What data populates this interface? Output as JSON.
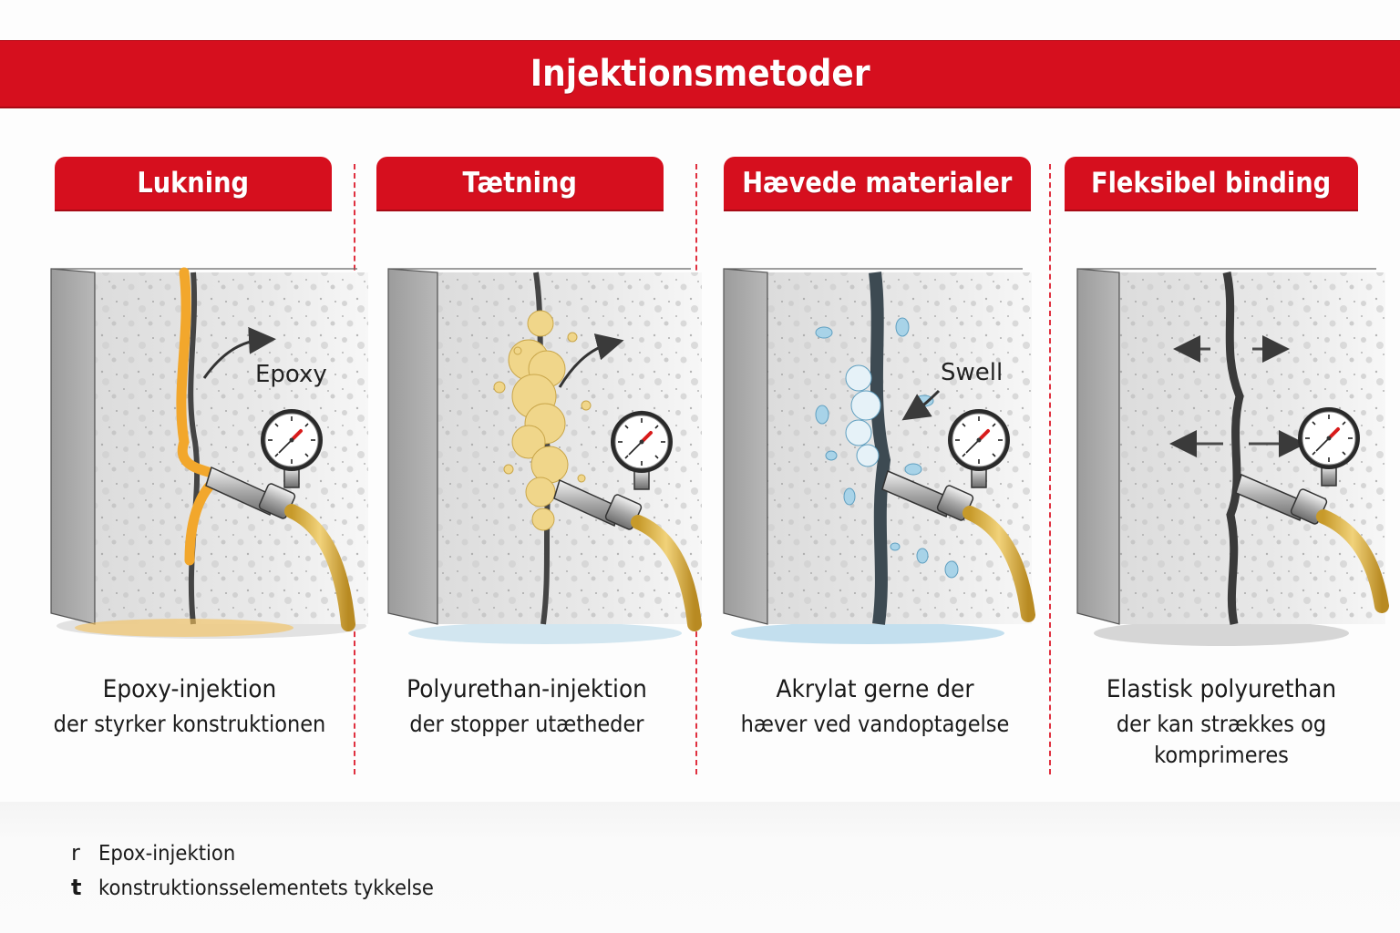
{
  "header": {
    "title": "Injektionsmetoder",
    "accent_color": "#d60f1e"
  },
  "panels": [
    {
      "tab_label": "Lukning",
      "annotation": "Epoxy",
      "material": "epoxy",
      "material_color": "#f2a72c",
      "caption_line1": "Epoxy-injektion",
      "caption_line2": "der styrker konstruktionen",
      "icons": [
        "concrete-block",
        "crack",
        "pressure-gauge",
        "injection-nozzle",
        "hose",
        "arrow"
      ]
    },
    {
      "tab_label": "Tætning",
      "annotation": "",
      "material": "polyurethane-foam",
      "material_color": "#f0d68a",
      "caption_line1": "Polyurethan-injektion",
      "caption_line2": "der stopper utætheder",
      "icons": [
        "concrete-block",
        "crack",
        "foam-bubbles",
        "pressure-gauge",
        "injection-nozzle",
        "hose",
        "arrow",
        "water-puddle"
      ]
    },
    {
      "tab_label": "Hævede materialer",
      "annotation": "Swell",
      "material": "acrylate",
      "material_color": "#8ec6e0",
      "caption_line1": "Akrylat gerne der",
      "caption_line2": "hæver ved vandoptagelse",
      "icons": [
        "concrete-block",
        "crack",
        "water-droplets",
        "pressure-gauge",
        "injection-nozzle",
        "hose",
        "arrow",
        "water-puddle"
      ]
    },
    {
      "tab_label": "Fleksibel binding",
      "annotation": "",
      "material": "elastic-polyurethane",
      "material_color": "#555555",
      "caption_line1": "Elastisk polyurethan",
      "caption_line2": "der kan strækkes og",
      "caption_line3": "komprimeres",
      "icons": [
        "concrete-block",
        "crack",
        "double-arrow",
        "pressure-gauge",
        "injection-nozzle",
        "hose"
      ]
    }
  ],
  "legend": [
    {
      "symbol": "r",
      "text": "Epox-injektion"
    },
    {
      "symbol": "t",
      "text": "konstruktionsselementets tykkelse"
    }
  ]
}
